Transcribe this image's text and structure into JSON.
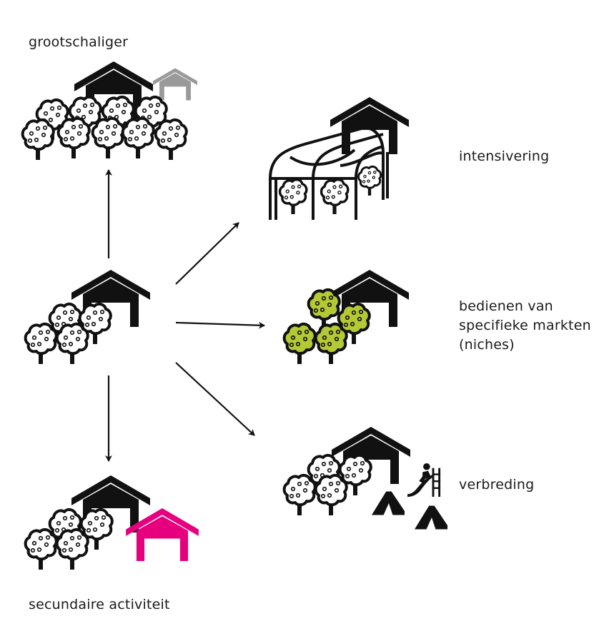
{
  "labels": {
    "top": "grootschaliger",
    "intensification": "intensivering",
    "niche": [
      "bedienen van",
      "specifieke markten",
      "(niches)"
    ],
    "broadening": "verbreding",
    "bottom": "secundaire activiteit"
  },
  "colors": {
    "ink": "#111111",
    "barn_secondary_grey": "#9a9a9a",
    "barn_secondary_pink": "#e6007e",
    "niche_tree_fill": "#b5c934",
    "tree_fill": "#ffffff"
  },
  "icons": [
    "barn-icon",
    "tree-icon",
    "tunnel-greenhouse-icon",
    "tent-icon",
    "playground-slide-icon"
  ]
}
